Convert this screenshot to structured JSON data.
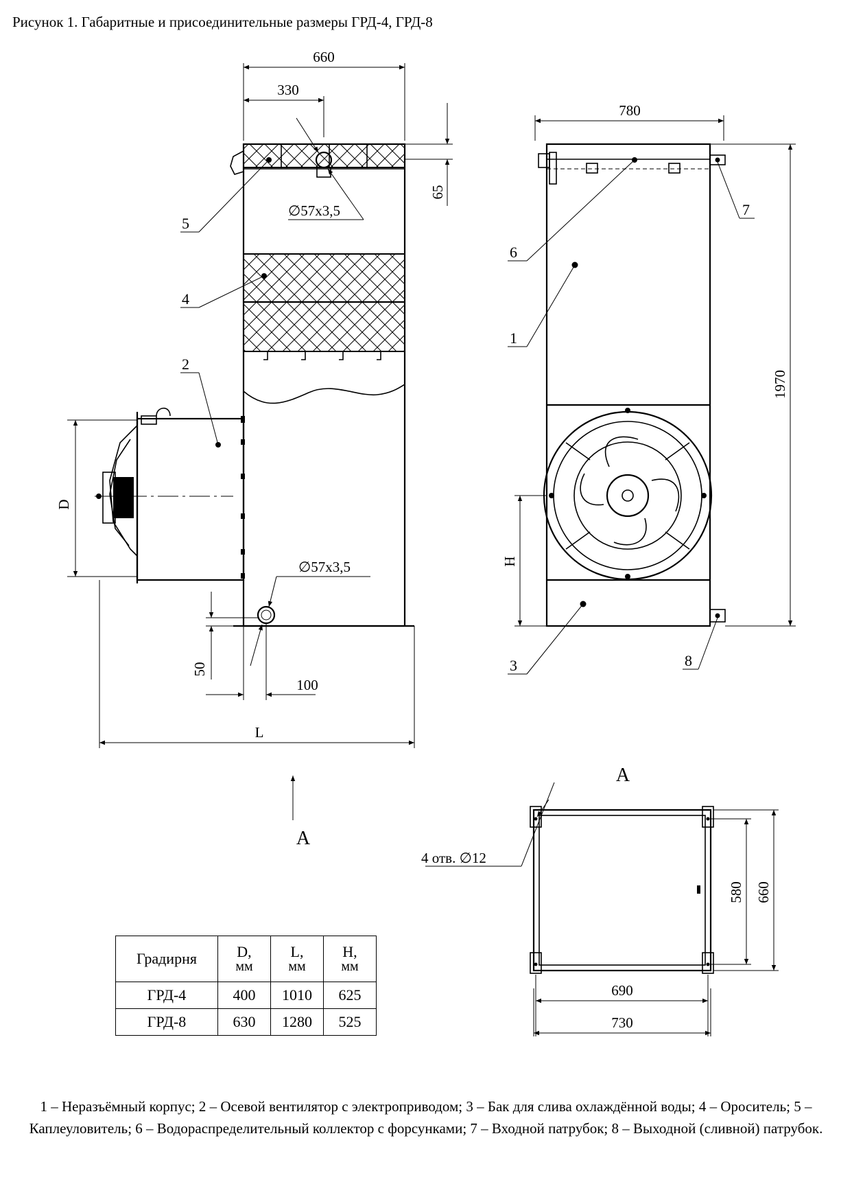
{
  "caption": "Рисунок 1. Габаритные и присоединительные размеры ГРД-4, ГРД-8",
  "dimensions": {
    "front_width": "660",
    "half_width": "330",
    "top_height": "65",
    "pipe_top": "∅57х3,5",
    "pipe_bottom": "∅57х3,5",
    "diameter": "D",
    "offset_50": "50",
    "offset_100": "100",
    "length": "L",
    "side_width": "780",
    "total_height": "1970",
    "fan_height": "H",
    "view_label": "А",
    "arrow_label": "А",
    "holes": "4 отв. ∅12",
    "plan_depth_inner": "580",
    "plan_depth_outer": "660",
    "plan_width_inner": "690",
    "plan_width_outer": "730"
  },
  "callouts": [
    "1",
    "2",
    "3",
    "4",
    "5",
    "6",
    "7",
    "8"
  ],
  "table": {
    "headers": [
      {
        "name": "Градирня",
        "unit": ""
      },
      {
        "name": "D,",
        "unit": "мм"
      },
      {
        "name": "L,",
        "unit": "мм"
      },
      {
        "name": "H,",
        "unit": "мм"
      }
    ],
    "rows": [
      [
        "ГРД-4",
        "400",
        "1010",
        "625"
      ],
      [
        "ГРД-8",
        "630",
        "1280",
        "525"
      ]
    ]
  },
  "legend": "1 – Неразъёмный корпус; 2 – Осевой вентилятор с электроприводом; 3 – Бак для слива охлаждённой воды; 4 – Ороситель; 5 – Каплеуловитель; 6 – Водораспределительный коллектор с форсунками; 7 – Входной патрубок; 8 – Выходной (сливной) патрубок."
}
